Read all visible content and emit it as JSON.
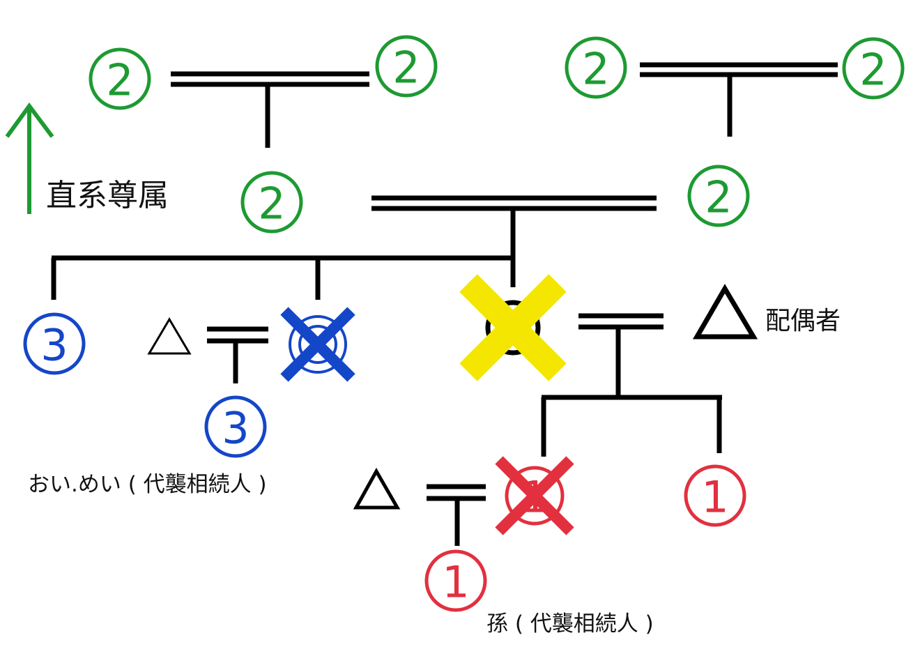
{
  "colors": {
    "ascendant": "#1d9a32",
    "sibling": "#1446c8",
    "child": "#e2303f",
    "deceased_mark": "#f4e600",
    "line": "#000000"
  },
  "labels": {
    "ascendants": "直系尊属",
    "spouse": "配偶者",
    "nephew_niece": "おい.めい ( 代襲相続人 )",
    "grandchild": "孫 ( 代襲相続人 )"
  },
  "ranks": {
    "ascendant": "2",
    "sibling": "3",
    "child": "1"
  },
  "icons": {
    "arrow": "arrow-up-icon",
    "spouse": "triangle-icon",
    "deceased": "cross-icon"
  }
}
